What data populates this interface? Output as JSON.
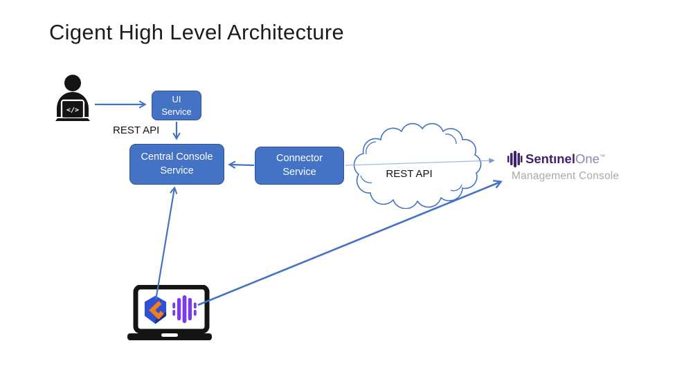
{
  "title": "Cigent High Level Architecture",
  "colors": {
    "node_fill": "#4472C4",
    "node_border": "#2F5496",
    "arrow_blue": "#4472C4",
    "thin_arrow_blue": "#9AB1E0",
    "cloud_outline": "#4472C4",
    "sentinelone_dark_purple": "#41216B",
    "sentinelone_light_purple": "#8F86A8",
    "agent_bright_purple": "#7C3AED",
    "agent_logo_blue": "#2E4FD6",
    "agent_logo_orange": "#F08019",
    "muted_gray_text": "#A9A9A9",
    "icon_black": "#141414"
  },
  "nodes": {
    "ui_service": {
      "line1": "UI",
      "line2": "Service"
    },
    "central_console_service": {
      "line1": "Central Console",
      "line2": "Service"
    },
    "connector_service": {
      "line1": "Connector",
      "line2": "Service"
    }
  },
  "labels": {
    "rest_api_ui": "REST API",
    "rest_api_cloud": "REST API"
  },
  "sentinelone": {
    "brand_bold": "Sentınel",
    "brand_light": "One",
    "trademark": "™",
    "subtitle": "Management Console"
  },
  "icons": {
    "developer_user": "developer-user-icon",
    "dev_code_glyph": "</>",
    "laptop": "laptop-icon",
    "agent_app": "agent-app-icon",
    "sentinelone_agent": "sentinelone-agent-icon",
    "sentinelone_logo": "sentinelone-logo-icon",
    "cloud": "cloud-shape"
  }
}
